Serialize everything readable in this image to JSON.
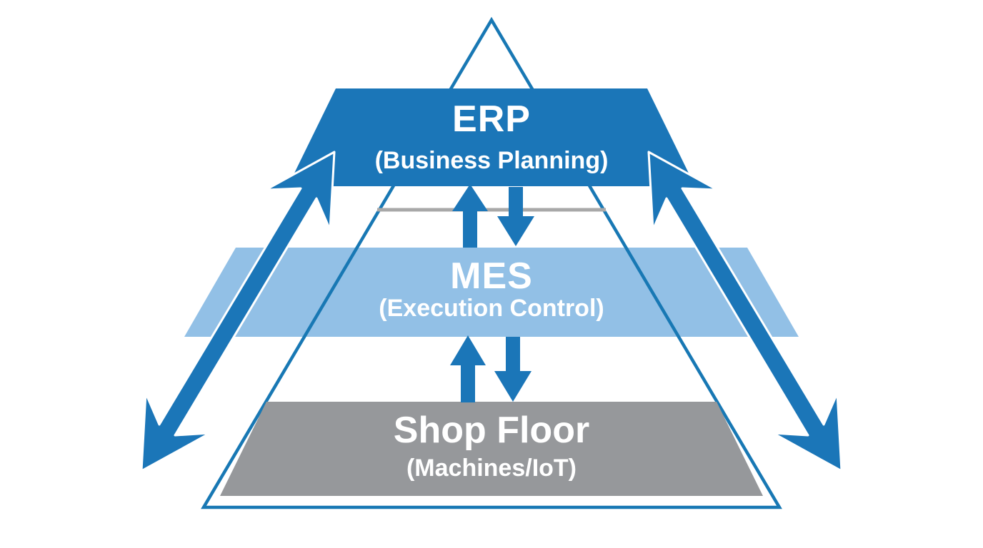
{
  "colors": {
    "background": "#ffffff",
    "outline": "#1878b4",
    "erp_band": "#1b76b8",
    "mes_band": "#92c0e6",
    "shopfloor_band": "#96989b",
    "separator": "#a8a8a8",
    "arrow": "#1b76b8",
    "arrow_outline": "#ffffff",
    "label_text": "#ffffff"
  },
  "levels": [
    {
      "name": "ERP",
      "subtitle": "(Business Planning)"
    },
    {
      "name": "MES",
      "subtitle": "(Execution Control)"
    },
    {
      "name": "Shop Floor",
      "subtitle": "(Machines/IoT)"
    }
  ]
}
